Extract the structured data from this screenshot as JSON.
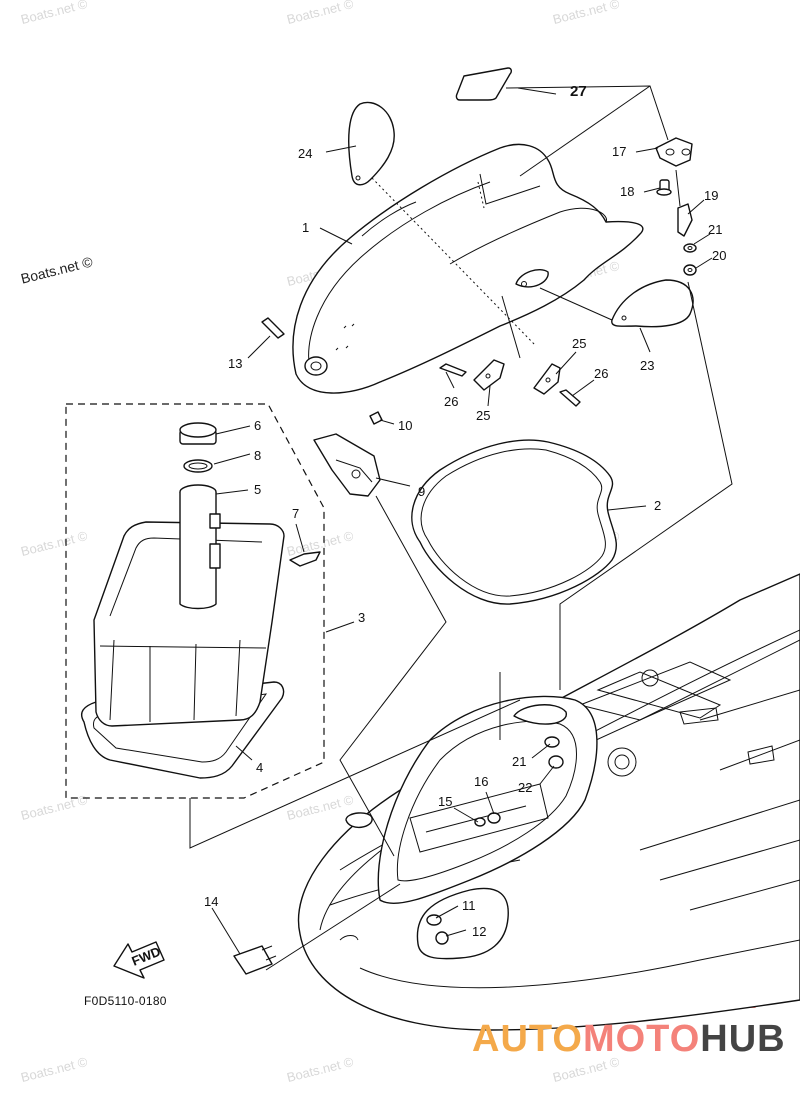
{
  "diagram": {
    "watermark": "Boats.net ©",
    "figure_code": "F0D5110-0180",
    "fwd_label": "FWD",
    "brand": {
      "part1": "AUTO",
      "part2": "MOTO",
      "part3": "HUB"
    },
    "callouts": [
      "1",
      "2",
      "3",
      "4",
      "5",
      "6",
      "7",
      "8",
      "9",
      "10",
      "11",
      "12",
      "13",
      "14",
      "15",
      "16",
      "17",
      "18",
      "19",
      "20",
      "21",
      "21",
      "22",
      "23",
      "24",
      "25",
      "25",
      "26",
      "26",
      "27"
    ],
    "colors": {
      "line": "#111111",
      "watermark": "#d8d8d8",
      "logo_red": "#f26b63",
      "brand_orange": "#f4a94a",
      "brand_pink": "#f4827a",
      "brand_gray": "#444444"
    }
  }
}
